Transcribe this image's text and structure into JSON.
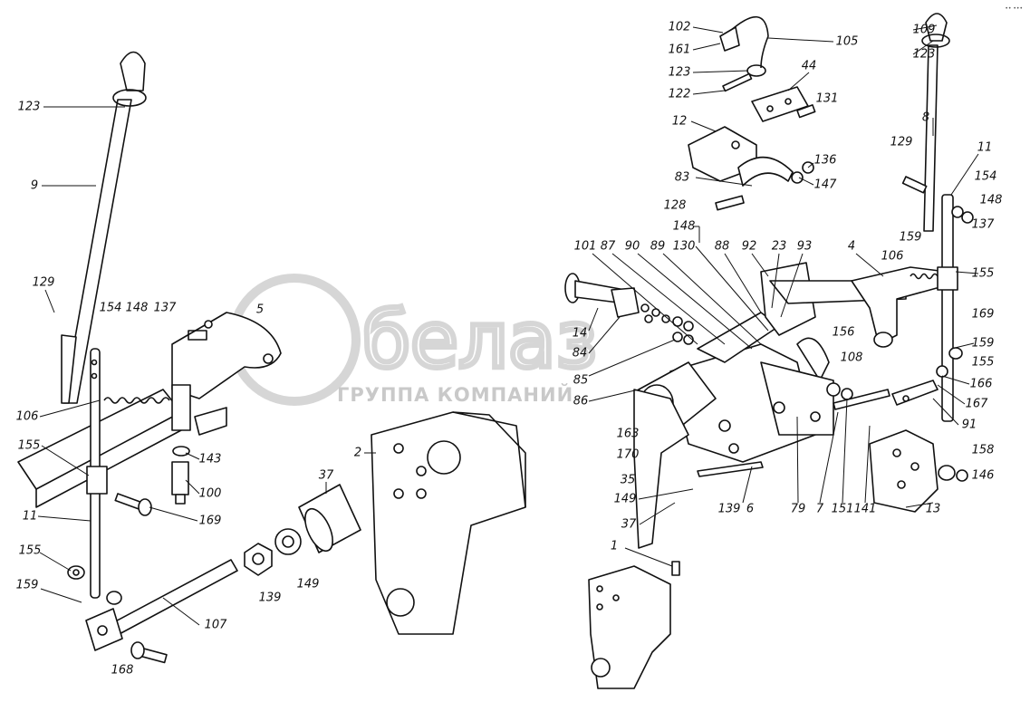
{
  "title": "Exploded parts diagram – lever mechanism",
  "watermark": {
    "logo": "белаз",
    "subtitle": "ГРУППА КОМПАНИЙ"
  },
  "colors": {
    "ink": "#111111",
    "watermark": "#c9c9c9"
  },
  "callouts": [
    "123",
    "9",
    "129",
    "154",
    "148",
    "137",
    "5",
    "106",
    "155",
    "143",
    "100",
    "2",
    "37",
    "169",
    "11",
    "155",
    "159",
    "139",
    "149",
    "107",
    "168",
    "102",
    "161",
    "123",
    "122",
    "105",
    "44",
    "131",
    "12",
    "136",
    "147",
    "83",
    "128",
    "148",
    "101",
    "87",
    "90",
    "89",
    "130",
    "88",
    "92",
    "23",
    "93",
    "4",
    "14",
    "84",
    "85",
    "86",
    "156",
    "108",
    "163",
    "170",
    "35",
    "149",
    "37",
    "139",
    "6",
    "79",
    "7",
    "151",
    "141",
    "13",
    "158",
    "146",
    "1",
    "109",
    "123",
    "8",
    "129",
    "11",
    "154",
    "148",
    "137",
    "159",
    "106",
    "155",
    "169",
    "159",
    "155",
    "166",
    "167",
    "91"
  ]
}
